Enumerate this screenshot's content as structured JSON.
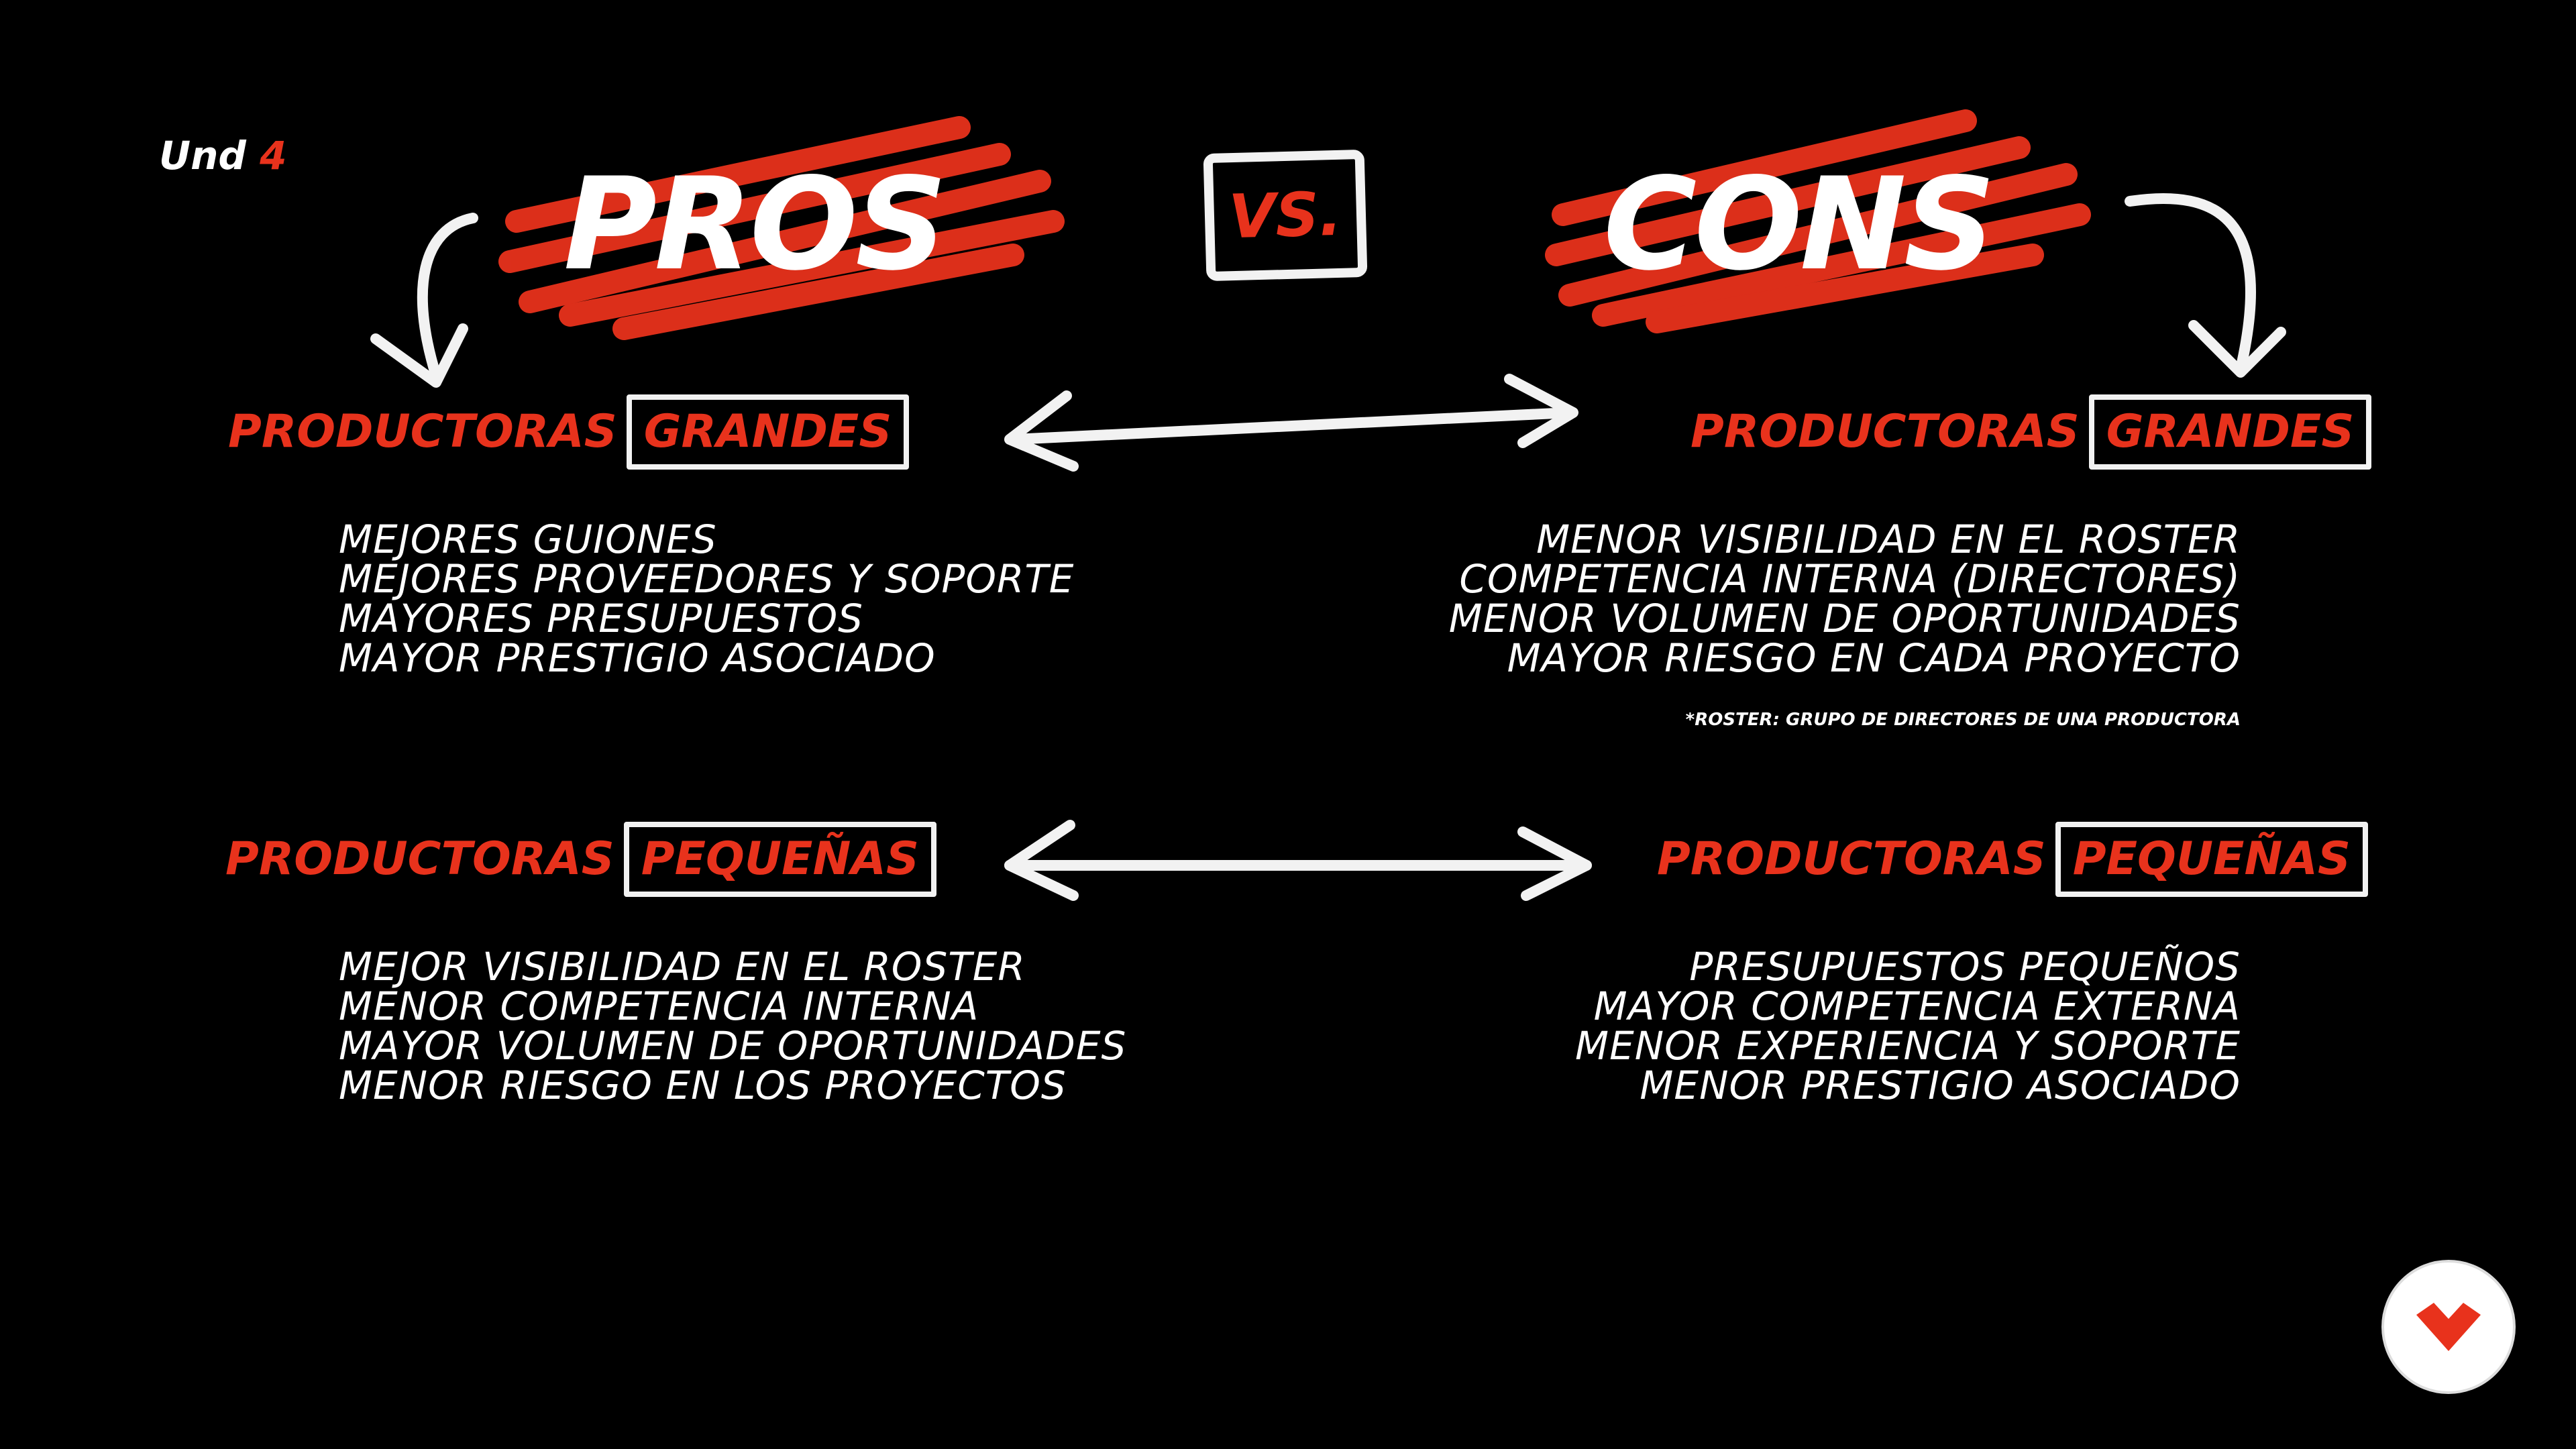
{
  "unit": {
    "label": "Und",
    "number": "4"
  },
  "pros": {
    "title": "PROS"
  },
  "vs": {
    "label": "VS."
  },
  "cons": {
    "title": "CONS"
  },
  "sections": {
    "pros_grandes": {
      "heading": "PRODUCTORAS",
      "boxed": "GRANDES",
      "items": [
        "MEJORES GUIONES",
        "MEJORES PROVEEDORES Y SOPORTE",
        "MAYORES PRESUPUESTOS",
        "MAYOR PRESTIGIO ASOCIADO"
      ]
    },
    "cons_grandes": {
      "heading": "PRODUCTORAS",
      "boxed": "GRANDES",
      "items": [
        "MENOR VISIBILIDAD EN EL ROSTER",
        "COMPETENCIA INTERNA (DIRECTORES)",
        "MENOR VOLUMEN DE OPORTUNIDADES",
        "MAYOR RIESGO EN CADA PROYECTO"
      ],
      "note": "*ROSTER: GRUPO DE DIRECTORES DE UNA PRODUCTORA"
    },
    "pros_pequenas": {
      "heading": "PRODUCTORAS",
      "boxed": "PEQUEÑAS",
      "items": [
        "MEJOR VISIBILIDAD EN EL ROSTER",
        "MENOR COMPETENCIA INTERNA",
        "MAYOR VOLUMEN DE OPORTUNIDADES",
        "MENOR RIESGO EN LOS PROYECTOS"
      ]
    },
    "cons_pequenas": {
      "heading": "PRODUCTORAS",
      "boxed": "PEQUEÑAS",
      "items": [
        "PRESUPUESTOS PEQUEÑOS",
        "MAYOR COMPETENCIA EXTERNA",
        "MENOR EXPERIENCIA Y SOPORTE",
        "MENOR PRESTIGIO ASOCIADO"
      ]
    }
  },
  "colors": {
    "accent": "#e8321c",
    "chalk": "#f2f2f2",
    "background": "#000000"
  },
  "icons": {
    "arrow_left": "curved-arrow-down-icon",
    "arrow_right": "curved-arrow-down-icon",
    "double_arrow": "double-headed-arrow-icon",
    "logo": "brand-logo-icon"
  }
}
